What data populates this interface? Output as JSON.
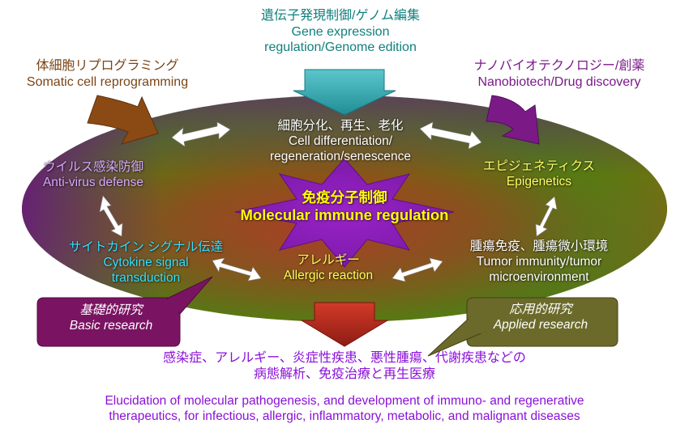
{
  "gene_expression": {
    "jp": "遺伝子発現制御/ゲノム編集",
    "en_line1": "Gene expression",
    "en_line2": "regulation/Genome edition",
    "color": "#11807e"
  },
  "somatic_reprogramming": {
    "jp": "体細胞リプログラミング",
    "en": "Somatic cell reprogramming",
    "color": "#7a4516"
  },
  "nanobiotech": {
    "jp": "ナノバイオテクノロジー/創薬",
    "en": "Nanobiotech/Drug discovery",
    "color": "#7a1a88"
  },
  "cell_differentiation": {
    "jp": "細胞分化、再生、老化",
    "en_line1": "Cell differentiation/",
    "en_line2": "regeneration/senescence"
  },
  "antivirus": {
    "jp": "ウイルス感染防御",
    "en": "Anti-virus defense"
  },
  "epigenetics": {
    "jp": "エピジェネティクス",
    "en": "Epigenetics"
  },
  "center": {
    "jp": "免疫分子制御",
    "en": "Molecular immune regulation",
    "star_color": "#8a1ab8"
  },
  "cytokine": {
    "jp": "サイトカイン シグナル伝達",
    "en_line1": "Cytokine signal",
    "en_line2": "transduction"
  },
  "allergy": {
    "jp": "アレルギー",
    "en": "Allergic reaction"
  },
  "tumor": {
    "jp": "腫瘍免疫、腫瘍微小環境",
    "en_line1": "Tumor immunity/tumor",
    "en_line2": "microenvironment"
  },
  "basic_research": {
    "jp": "基礎的研究",
    "en": "Basic research",
    "color": "#7a1462"
  },
  "applied_research": {
    "jp": "応用的研究",
    "en": "Applied research",
    "color": "#6b6a2a"
  },
  "outcome": {
    "jp_line1": "感染症、アレルギー、炎症性疾患、悪性腫瘍、代謝疾患などの",
    "jp_line2": "病態解析、免疫治療と再生医療",
    "en_line1": "Elucidation of molecular pathogenesis, and development of immuno- and regenerative",
    "en_line2": "therapeutics, for infectious, allergic, inflammatory, metabolic, and malignant diseases",
    "color": "#8a10d8"
  },
  "colors": {
    "ellipse_purple": "#7d1b8e",
    "ellipse_green": "#3f7a16",
    "ellipse_brown": "#7e6810",
    "down_arrow_red": "#b02a1d",
    "teal_arrow": "#2c9ea5",
    "brown_arrow": "#8b4a14",
    "purple_arrow": "#7b1a87"
  }
}
